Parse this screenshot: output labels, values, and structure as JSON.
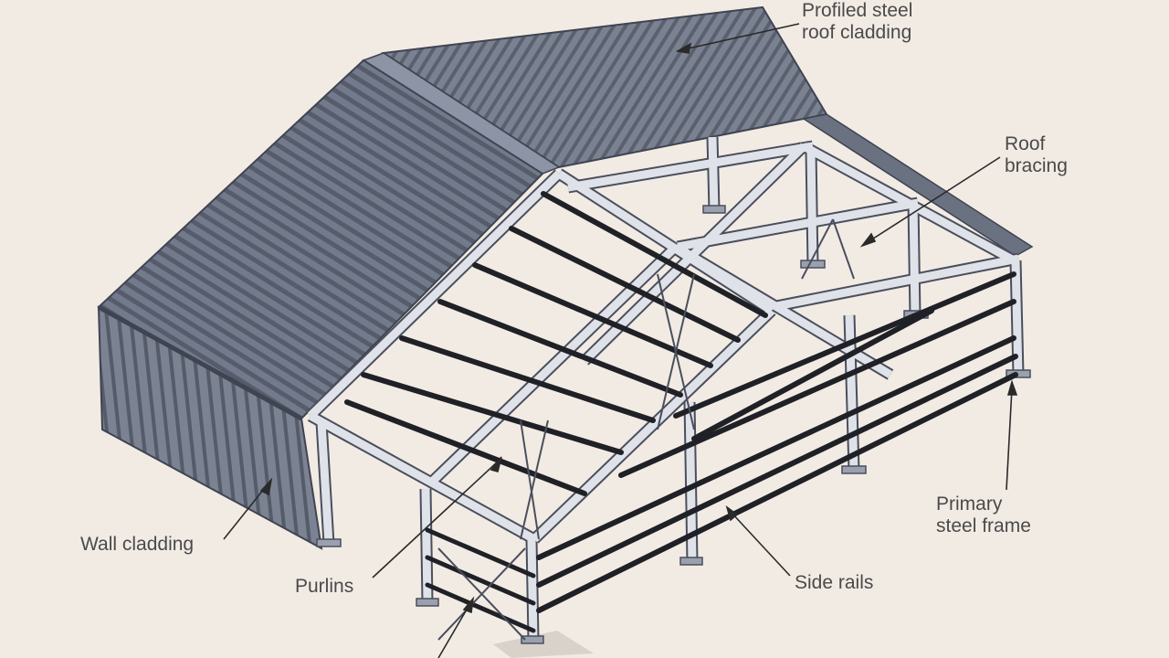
{
  "labels": {
    "roof_cladding": {
      "line1": "Profiled steel",
      "line2": "roof cladding"
    },
    "roof_bracing": {
      "line1": "Roof",
      "line2": "bracing"
    },
    "primary_frame": {
      "line1": "Primary",
      "line2": "steel frame"
    },
    "side_rails": "Side rails",
    "purlins": "Purlins",
    "wall_cladding": "Wall cladding"
  },
  "colors": {
    "background": "#f2ebe4",
    "cladding": "#6f7686",
    "cladding_dark": "#4b5160",
    "steel": "#dcdfe6",
    "steel_outline": "#4a4f5c",
    "rails": "#1f2126",
    "text": "#4a4a4a"
  }
}
